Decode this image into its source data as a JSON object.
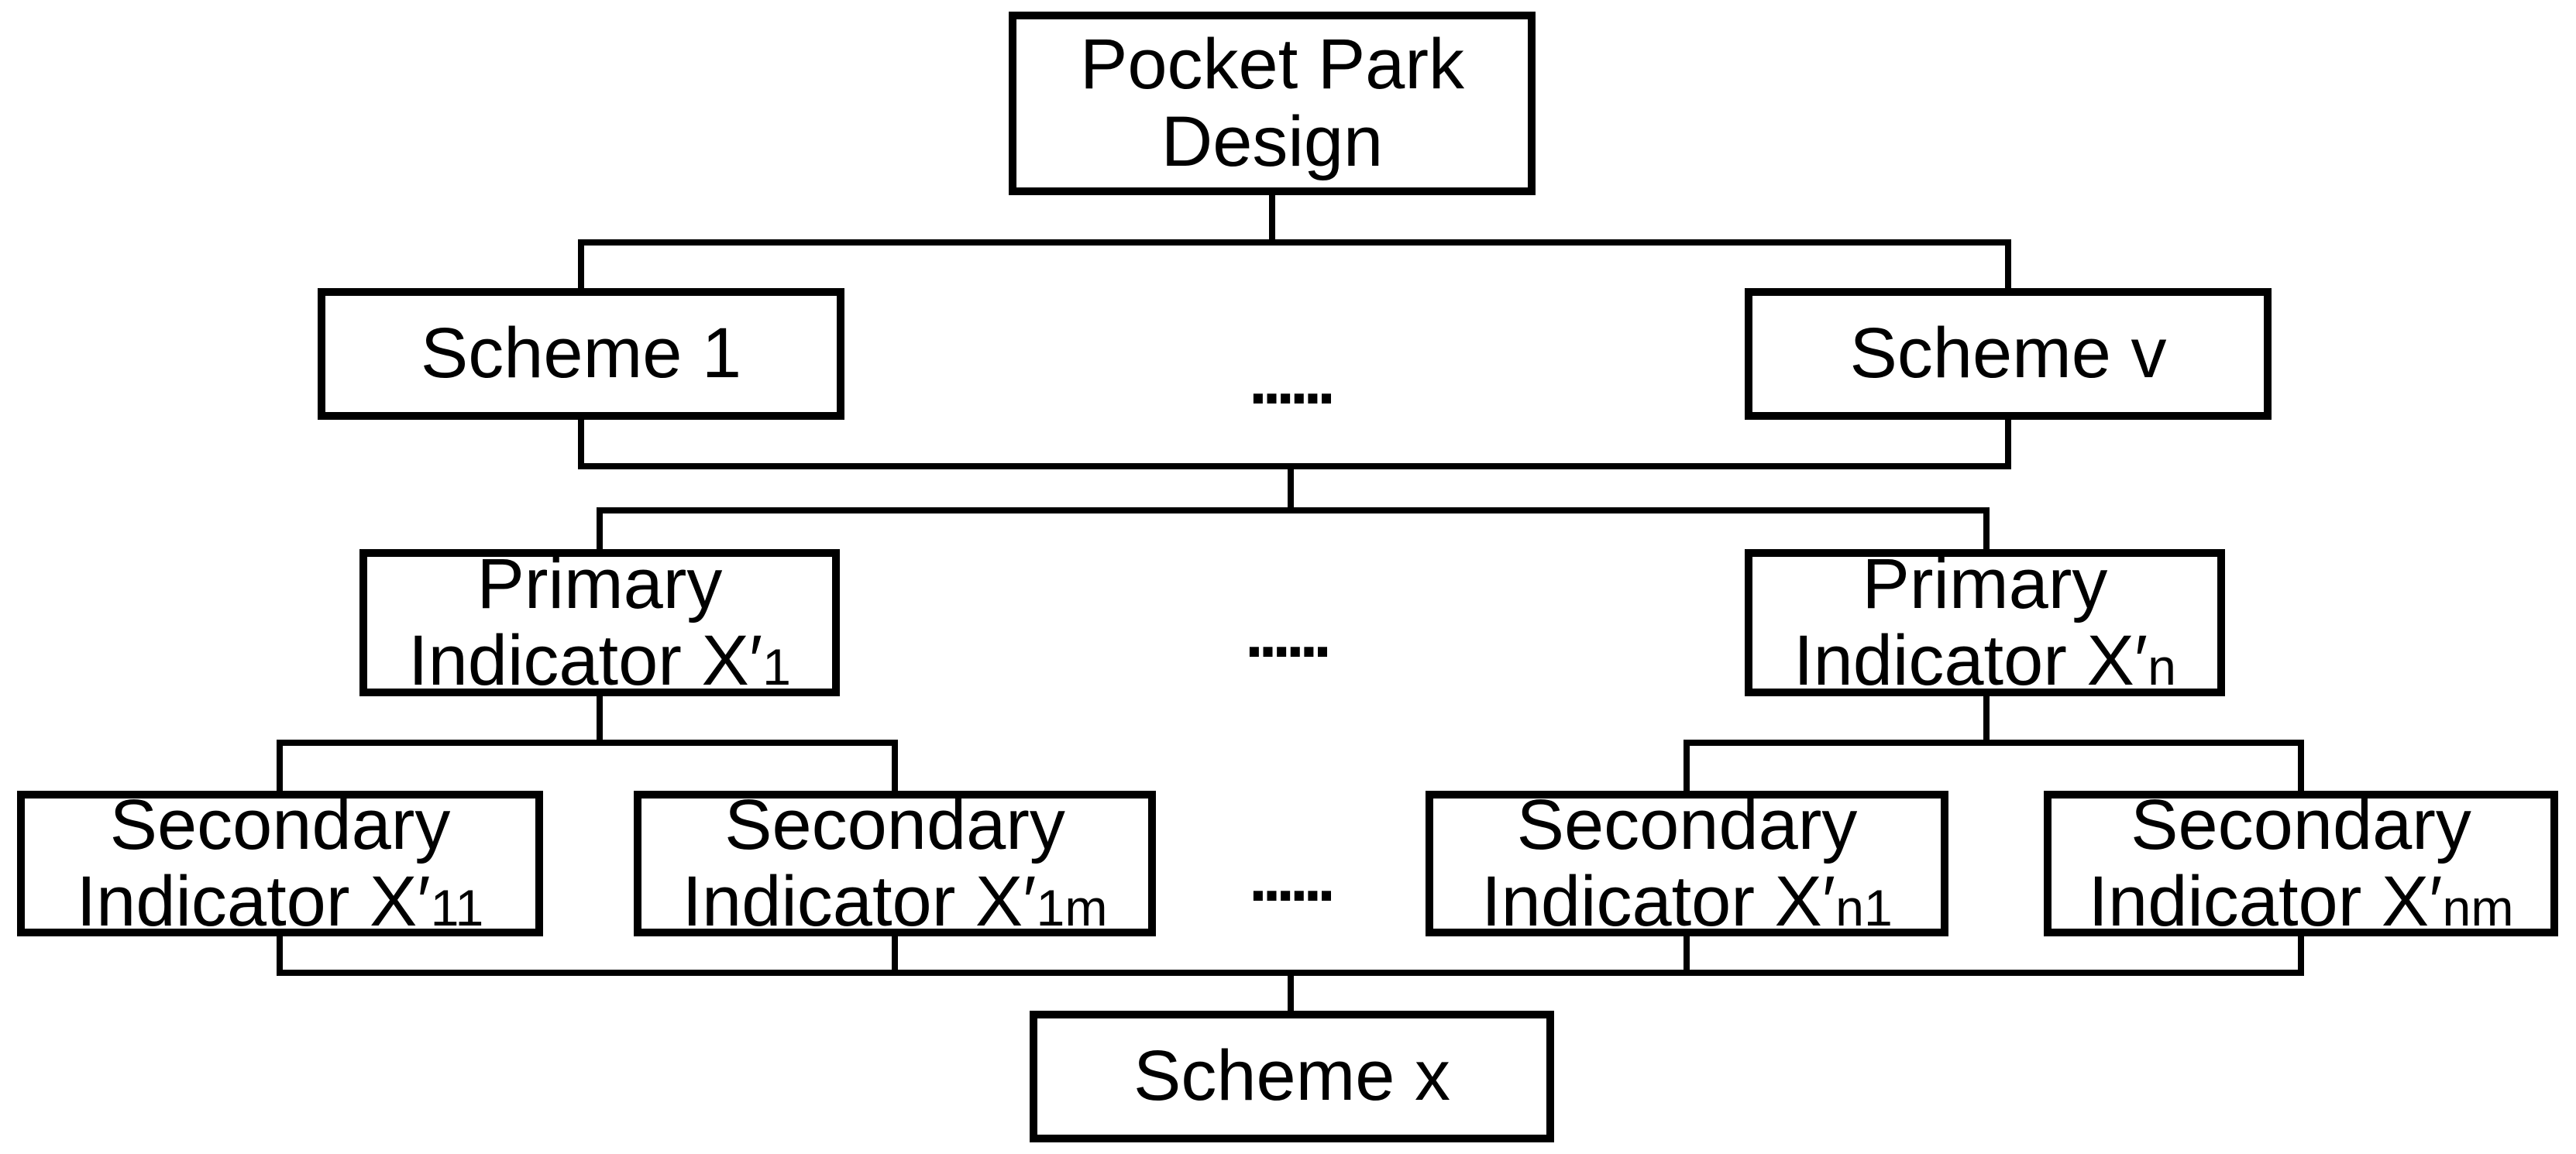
{
  "diagram": {
    "background_color": "#ffffff",
    "line_color": "#000000",
    "nodes": {
      "root": {
        "line1": "Pocket Park",
        "line2": "Design"
      },
      "scheme_1": {
        "label": "Scheme 1"
      },
      "scheme_v": {
        "label": "Scheme v"
      },
      "primary_1": {
        "line1": "Primary",
        "line2_main": "Indicator X′",
        "sub": "1"
      },
      "primary_n": {
        "line1": "Primary",
        "line2_main": "Indicator X′",
        "sub": "n"
      },
      "secondary_11": {
        "line1": "Secondary",
        "line2_main": "Indicator X′",
        "sub": "11"
      },
      "secondary_1m": {
        "line1": "Secondary",
        "line2_main": "Indicator X′",
        "sub": "1m"
      },
      "secondary_n1": {
        "line1": "Secondary",
        "line2_main": "Indicator X′",
        "sub": "n1"
      },
      "secondary_nm": {
        "line1": "Secondary",
        "line2_main": "Indicator X′",
        "sub": "nm"
      },
      "scheme_x": {
        "label": "Scheme x"
      }
    },
    "ellipsis": "......"
  }
}
